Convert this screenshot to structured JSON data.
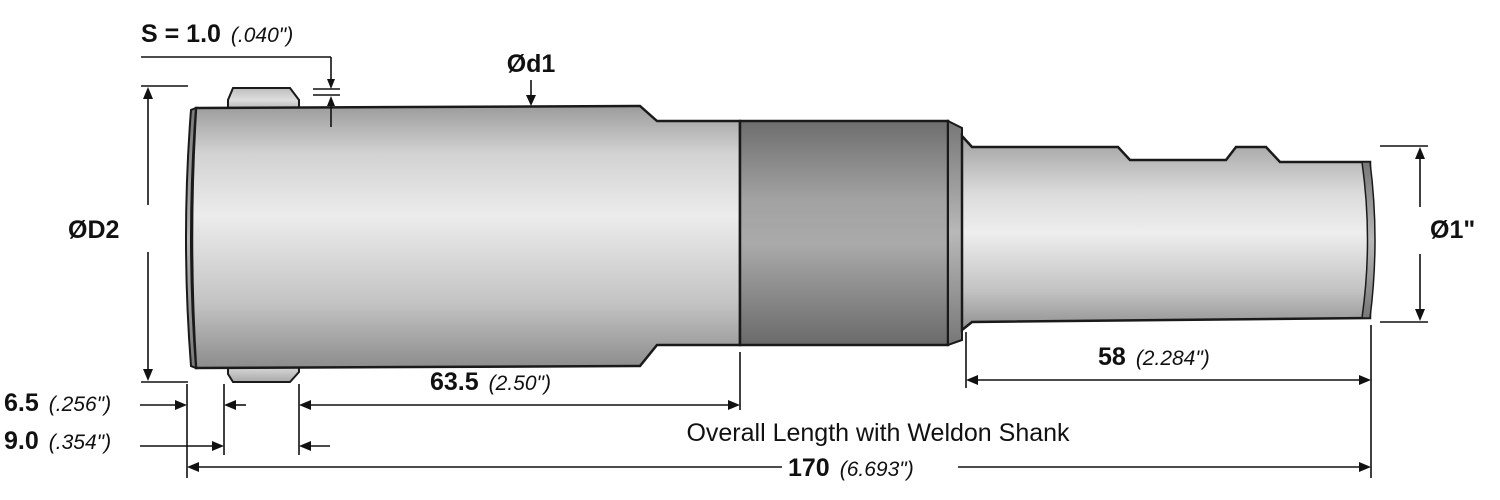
{
  "dimensions": {
    "s": {
      "value": "S = 1.0",
      "inch": "(.040\")"
    },
    "d1": {
      "label": "Ød1"
    },
    "D2": {
      "label": "ØD2"
    },
    "shank": {
      "label": "Ø1\""
    },
    "len_63": {
      "value": "63.5",
      "inch": "(2.50\")"
    },
    "len_58": {
      "value": "58",
      "inch": "(2.284\")"
    },
    "len_65": {
      "value": "6.5",
      "inch": "(.256\")"
    },
    "len_90": {
      "value": "9.0",
      "inch": "(.354\")"
    },
    "overall": {
      "value": "170",
      "inch": "(6.693\")",
      "caption": "Overall Length with Weldon Shank"
    }
  },
  "colors": {
    "body_light": "#e8e8e8",
    "body_mid": "#b4b4b4",
    "body_dark": "#8a8a8a",
    "band_dark": "#7a7a7a",
    "outline": "#1a1a1a"
  }
}
